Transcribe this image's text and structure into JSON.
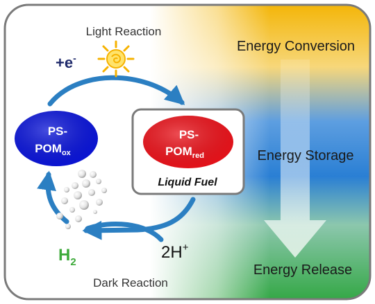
{
  "labels": {
    "light_reaction": "Light Reaction",
    "dark_reaction": "Dark Reaction",
    "electron_base": "+e",
    "electron_sup": "-",
    "ps_pom_ox_line1": "PS-",
    "ps_pom_ox_line2_base": "POM",
    "ps_pom_ox_line2_sub": "ox",
    "ps_pom_red_line1": "PS-",
    "ps_pom_red_line2_base": "POM",
    "ps_pom_red_line2_sub": "red",
    "liquid_fuel": "Liquid Fuel",
    "h2_base": "H",
    "h2_sub": "2",
    "protons_base": "2H",
    "protons_sup": "+",
    "energy_conversion": "Energy Conversion",
    "energy_storage": "Energy Storage",
    "energy_release": "Energy Release"
  },
  "colors": {
    "ox_ellipse": "#0a14d6",
    "red_ellipse": "#e8121a",
    "arrow_blue": "#2b7fc2",
    "h2_green": "#3daa3a",
    "gradient_top": "#f2b400",
    "gradient_mid": "#2a7fd4",
    "gradient_bottom": "#2fa640",
    "frame": "#7a7a7a"
  },
  "icons": {
    "sun": "sun-icon",
    "bubbles": "hydrogen-bubbles",
    "down_arrow": "energy-flow-arrow"
  }
}
